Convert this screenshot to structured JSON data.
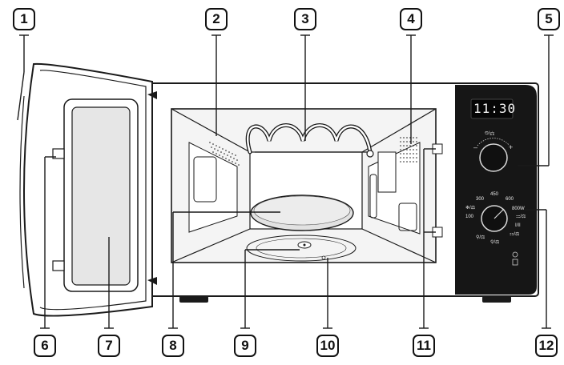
{
  "callouts": [
    "1",
    "2",
    "3",
    "4",
    "5",
    "6",
    "7",
    "8",
    "9",
    "10",
    "11",
    "12"
  ],
  "display": {
    "time": "11:30"
  },
  "knob_top": {
    "label": "⏲/⚖"
  },
  "knob_bottom": {
    "levels": [
      "100",
      "300",
      "450",
      "600",
      "800W"
    ],
    "sub_labels": [
      "❄/⚖",
      "⚏/⚖",
      "I/II",
      "⚏/⚖",
      "⚲/⚖",
      "⚲/⚖"
    ]
  },
  "colors": {
    "panel": "#161616",
    "cavity": "#f4f4f4",
    "door_window": "#e6e6e6",
    "outline": "#1a1a1a"
  }
}
